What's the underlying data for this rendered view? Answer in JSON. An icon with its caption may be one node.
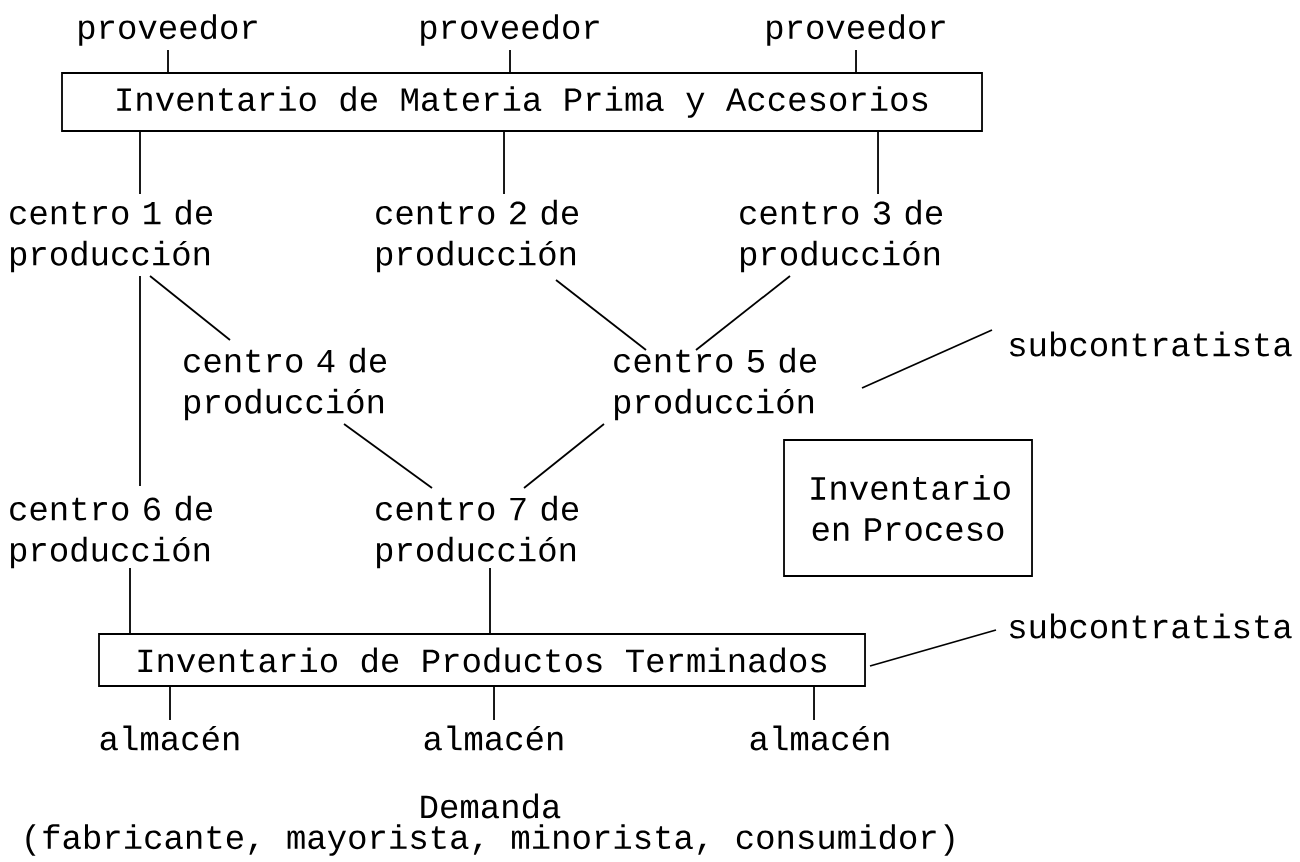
{
  "diagram": {
    "nodes": [
      {
        "text": [
          "proveedor"
        ]
      },
      {
        "text": [
          "proveedor"
        ]
      },
      {
        "text": [
          "proveedor"
        ]
      },
      {
        "text": [
          "Inventario de Materia Prima y Accesorios"
        ]
      },
      {
        "text": [
          "centro 1 de producción"
        ]
      },
      {
        "text": [
          "centro 2 de producción"
        ]
      },
      {
        "text": [
          "centro 3 de producción"
        ]
      },
      {
        "text": [
          "subcontratista"
        ]
      },
      {
        "text": [
          "centro 4 de producción"
        ]
      },
      {
        "text": [
          "centro 5 de producción"
        ]
      },
      {
        "text": [
          "Inventario en Proceso"
        ]
      },
      {
        "text": [
          "centro 6 de producción"
        ]
      },
      {
        "text": [
          "centro 7 de producción"
        ]
      },
      {
        "text": [
          "subcontratista"
        ]
      },
      {
        "text": [
          "Inventario de Productos Terminados"
        ]
      },
      {
        "text": [
          "almacén"
        ]
      },
      {
        "text": [
          "almacén"
        ]
      },
      {
        "text": [
          "almacén"
        ]
      }
    ],
    "edges": [
      {
        "from": 0,
        "to": 3,
        "arrow": "none"
      },
      {
        "from": 1,
        "to": 3,
        "arrow": "none"
      },
      {
        "from": 2,
        "to": 3,
        "arrow": "none"
      },
      {
        "from": 3,
        "to": 4,
        "arrow": "none"
      },
      {
        "from": 3,
        "to": 5,
        "arrow": "none"
      },
      {
        "from": 3,
        "to": 6,
        "arrow": "none"
      },
      {
        "from": 4,
        "to": 8,
        "arrow": "none"
      },
      {
        "from": 4,
        "to": 11,
        "arrow": "none"
      },
      {
        "from": 5,
        "to": 9,
        "arrow": "none"
      },
      {
        "from": 6,
        "to": 9,
        "arrow": "none"
      },
      {
        "from": 7,
        "to": 9,
        "arrow": "none"
      },
      {
        "from": 8,
        "to": 12,
        "arrow": "none"
      },
      {
        "from": 9,
        "to": 12,
        "arrow": "none"
      },
      {
        "from": 11,
        "to": 14,
        "arrow": "none"
      },
      {
        "from": 12,
        "to": 14,
        "arrow": "none"
      },
      {
        "from": 13,
        "to": 14,
        "arrow": "none"
      },
      {
        "from": 14,
        "to": 15,
        "arrow": "none"
      },
      {
        "from": 14,
        "to": 16,
        "arrow": "none"
      },
      {
        "from": 14,
        "to": 17,
        "arrow": "none"
      }
    ],
    "labels": [
      "Demanda",
      "(fabricante, mayorista, minorista, consumidor)"
    ]
  }
}
